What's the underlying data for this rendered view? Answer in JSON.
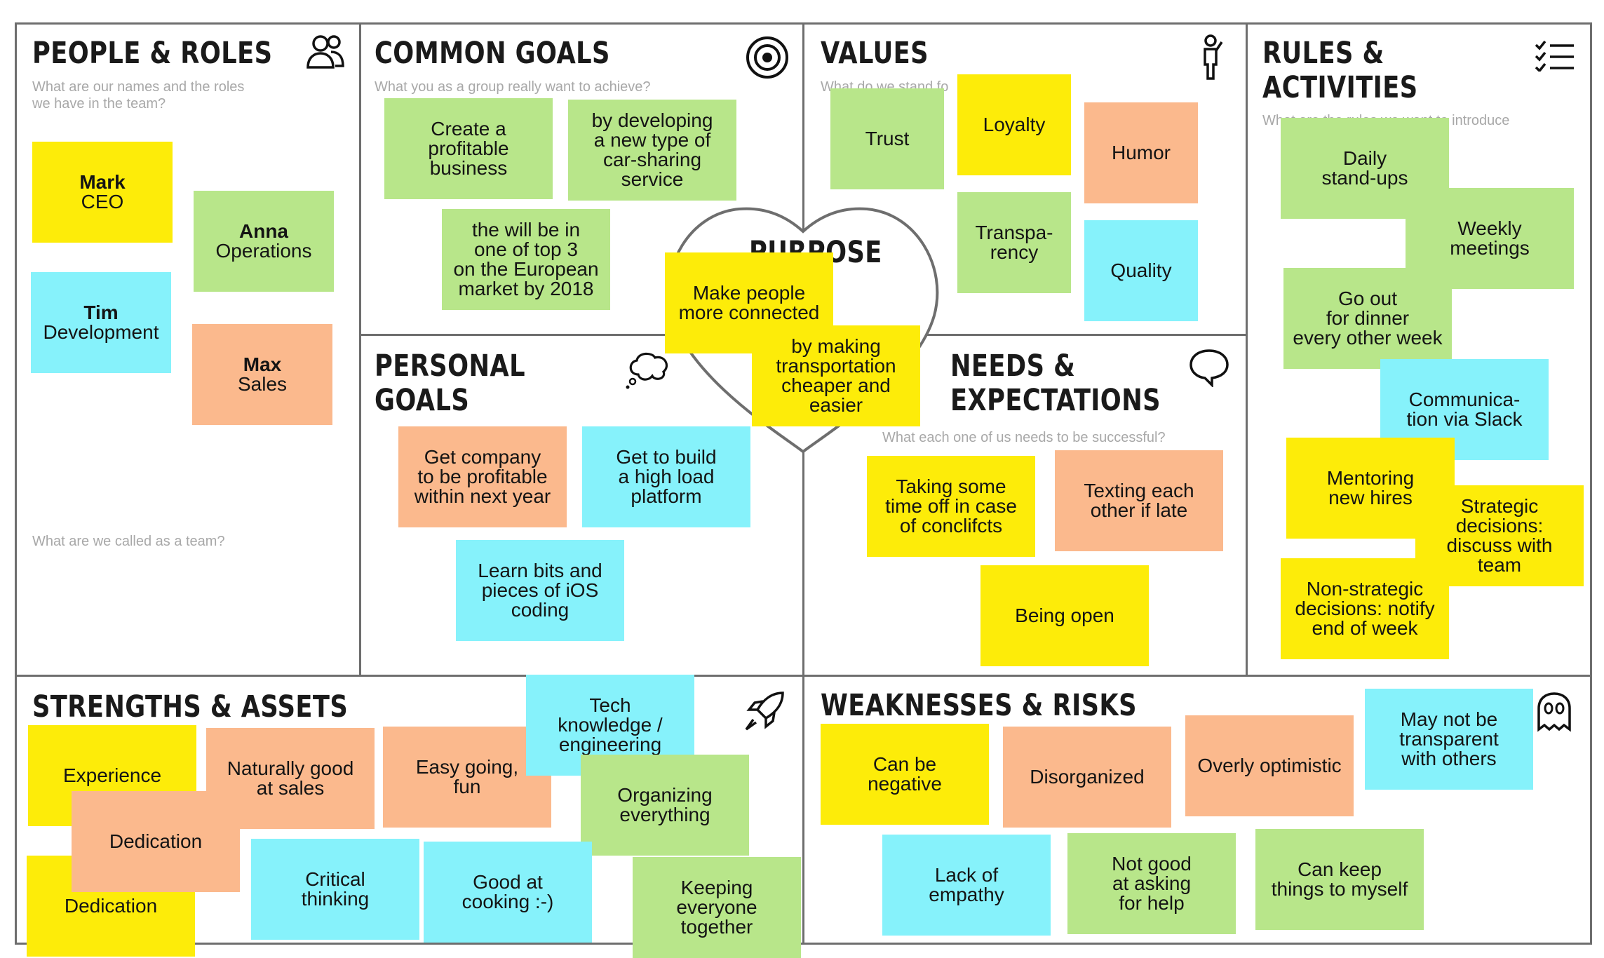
{
  "sections": {
    "people_roles": {
      "title": "PEOPLE & ROLES",
      "hint": "What are our names and the roles\nwe have in the team?",
      "hint2": "What are we called as a team?"
    },
    "common_goals": {
      "title": "COMMON GOALS",
      "hint": "What you as a group really want to achieve?"
    },
    "values": {
      "title": "VALUES",
      "hint": "What do we stand fo"
    },
    "rules_activities": {
      "title": "RULES &\nACTIVITIES",
      "hint": "What are the rules we want to introduce"
    },
    "purpose": {
      "title": "PURPOSE"
    },
    "personal_goals": {
      "title": "PERSONAL\nGOALS"
    },
    "needs_expectations": {
      "title": "NEEDS &\nEXPECTATIONS",
      "hint": "What each one of us needs to be successful?"
    },
    "strengths_assets": {
      "title": "STRENGTHS & ASSETS"
    },
    "weaknesses_risks": {
      "title": "WEAKNESSES & RISKS"
    }
  },
  "people": [
    {
      "name": "Mark",
      "role": "CEO",
      "color": "#fdec09"
    },
    {
      "name": "Anna",
      "role": "Operations",
      "color": "#b8e68a"
    },
    {
      "name": "Tim",
      "role": "Development",
      "color": "#86f2fb"
    },
    {
      "name": "Max",
      "role": "Sales",
      "color": "#fbb98d"
    }
  ],
  "notes": {
    "common_goals": [
      "Create a\nprofitable\nbusiness",
      "by developing\na new type of\ncar-sharing\nservice",
      "the will be in\none of top 3\non the European\nmarket by 2018"
    ],
    "values": [
      "Trust",
      "Loyalty",
      "Humor",
      "Transpa-\nrency",
      "Quality"
    ],
    "purpose": [
      "Make people\nmore connected",
      "by making\ntransportation\ncheaper and\neasier"
    ],
    "personal_goals": [
      "Get company\nto be profitable\nwithin next year",
      "Get to build\na high load\nplatform",
      "Learn bits and\npieces of iOS\ncoding"
    ],
    "needs": [
      "Taking some\ntime off in case\nof conclifcts",
      "Texting each\nother if late",
      "Being open"
    ],
    "rules": [
      "Daily\nstand-ups",
      "Weekly\nmeetings",
      "Go out\nfor dinner\nevery other week",
      "Communica-\ntion via Slack",
      "Mentoring\nnew hires",
      "Strategic\ndecisions:\ndiscuss with team",
      "Non-strategic\ndecisions: notify\nend of week"
    ],
    "strengths": [
      "Experience",
      "Naturally good\nat sales",
      "Easy going,\nfun",
      "Tech\nknowledge /\nengineering",
      "Organizing\neverything",
      "Dedication",
      "Dedication",
      "Critical\nthinking",
      "Good at\ncooking :-)",
      "Keeping\neveryone\ntogether"
    ],
    "weaknesses": [
      "Can be\nnegative",
      "Disorganized",
      "Overly optimistic",
      "May not be\ntransparent\nwith others",
      "Lack of\nempathy",
      "Not good\nat asking\nfor help",
      "Can keep\nthings to myself"
    ]
  },
  "icons": [
    "people-icon",
    "target-icon",
    "person-icon",
    "checklist-icon",
    "thought-bubble-icon",
    "speech-bubble-icon",
    "rocket-icon",
    "ghost-icon"
  ],
  "colors": {
    "yellow": "#fdec09",
    "green": "#b8e68a",
    "cyan": "#86f2fb",
    "orange": "#fbb98d",
    "frame": "#6e6e6e"
  }
}
